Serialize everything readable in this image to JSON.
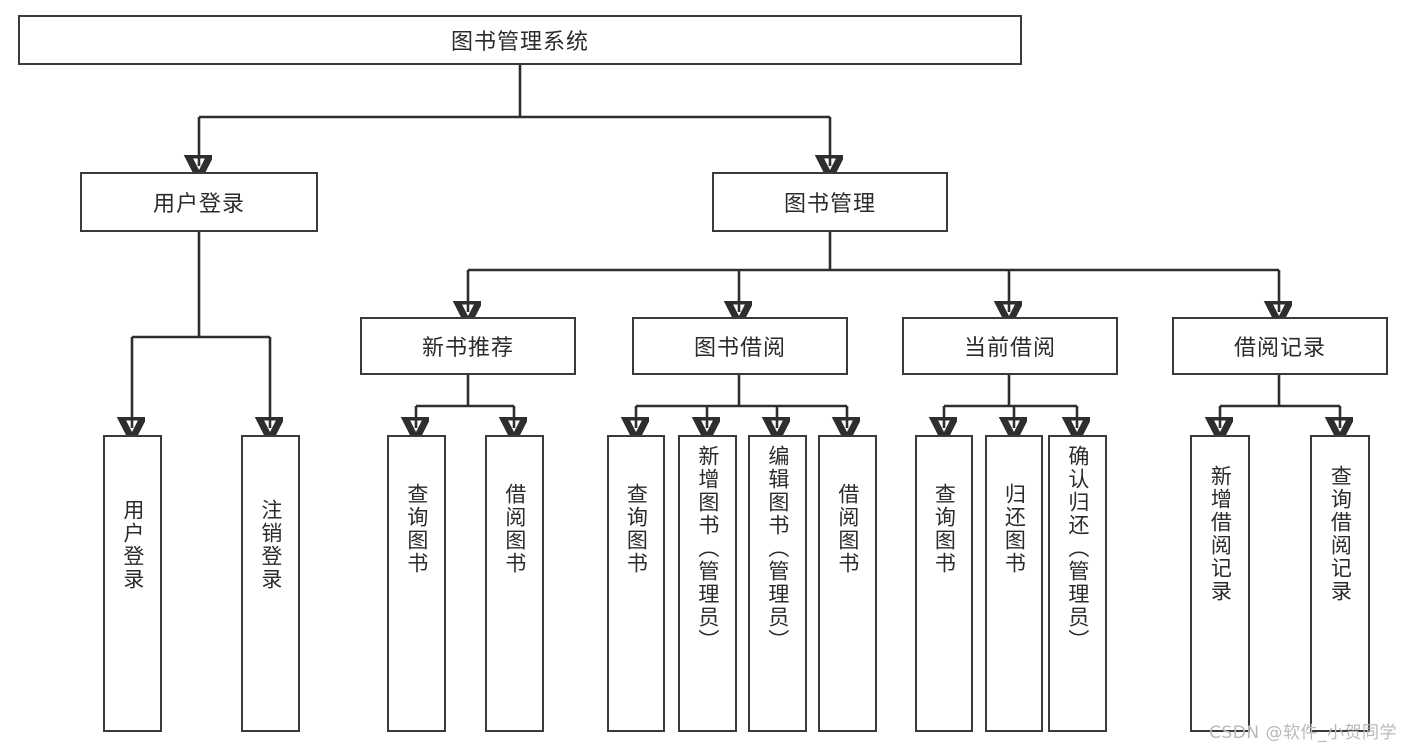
{
  "diagram": {
    "type": "tree",
    "title": "图书管理系统",
    "watermark": "CSDN @软件_小贺同学",
    "root": {
      "label": "图书管理系统"
    },
    "level1": [
      {
        "id": "user-login",
        "label": "用户登录"
      },
      {
        "id": "book-manage",
        "label": "图书管理"
      }
    ],
    "level2": [
      {
        "id": "new-book-recommend",
        "label": "新书推荐",
        "parent": "book-manage"
      },
      {
        "id": "book-borrow",
        "label": "图书借阅",
        "parent": "book-manage"
      },
      {
        "id": "current-borrow",
        "label": "当前借阅",
        "parent": "book-manage"
      },
      {
        "id": "borrow-record",
        "label": "借阅记录",
        "parent": "book-manage"
      }
    ],
    "leaves": [
      {
        "id": "leaf-user-login",
        "label": "用户登录",
        "parent": "user-login"
      },
      {
        "id": "leaf-user-logout",
        "label": "注销登录",
        "parent": "user-login"
      },
      {
        "id": "leaf-query-book-1",
        "label": "查询图书",
        "parent": "new-book-recommend"
      },
      {
        "id": "leaf-borrow-book-1",
        "label": "借阅图书",
        "parent": "new-book-recommend"
      },
      {
        "id": "leaf-query-book-2",
        "label": "查询图书",
        "parent": "book-borrow"
      },
      {
        "id": "leaf-add-book",
        "label": "新增图书（管理员）",
        "parent": "book-borrow"
      },
      {
        "id": "leaf-edit-book",
        "label": "编辑图书（管理员）",
        "parent": "book-borrow"
      },
      {
        "id": "leaf-borrow-book-2",
        "label": "借阅图书",
        "parent": "book-borrow"
      },
      {
        "id": "leaf-query-book-3",
        "label": "查询图书",
        "parent": "current-borrow"
      },
      {
        "id": "leaf-return-book",
        "label": "归还图书",
        "parent": "current-borrow"
      },
      {
        "id": "leaf-confirm-return",
        "label": "确认归还（管理员）",
        "parent": "current-borrow"
      },
      {
        "id": "leaf-add-record",
        "label": "新增借阅记录",
        "parent": "borrow-record"
      },
      {
        "id": "leaf-query-record",
        "label": "查询借阅记录",
        "parent": "borrow-record"
      }
    ],
    "colors": {
      "border": "#3a3a3a",
      "wire": "#2e2e2e",
      "text": "#2b2b2b",
      "background": "#ffffff",
      "watermark": "#b9b9b9"
    }
  }
}
